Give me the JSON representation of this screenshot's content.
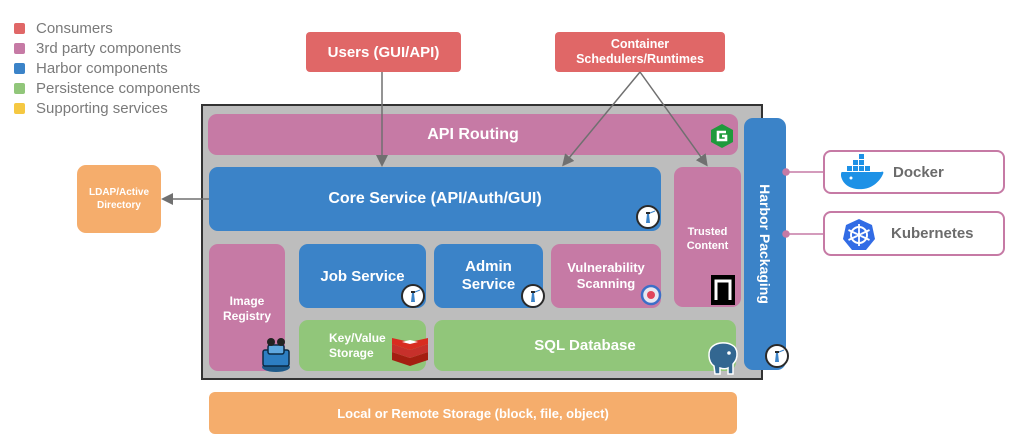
{
  "legend": [
    {
      "label": "Consumers",
      "color": "#e06767"
    },
    {
      "label": "3rd party components",
      "color": "#c67aa5"
    },
    {
      "label": "Harbor components",
      "color": "#3b83c8"
    },
    {
      "label": "Persistence components",
      "color": "#91c67a"
    },
    {
      "label": "Supporting services",
      "color": "#f5c842"
    }
  ],
  "consumers": {
    "users": "Users (GUI/API)",
    "schedulers_line1": "Container",
    "schedulers_line2": "Schedulers/Runtimes"
  },
  "components": {
    "api_routing": "API Routing",
    "core_service": "Core Service (API/Auth/GUI)",
    "trusted_line1": "Trusted",
    "trusted_line2": "Content",
    "harbor_packaging": "Harbor Packaging",
    "image_line1": "Image",
    "image_line2": "Registry",
    "job_service": "Job Service",
    "admin_line1": "Admin",
    "admin_line2": "Service",
    "vuln_line1": "Vulnerability",
    "vuln_line2": "Scanning",
    "kv_line1": "Key/Value",
    "kv_line2": "Storage",
    "sql_database": "SQL Database"
  },
  "supporting": {
    "ldap_line1": "LDAP/Active",
    "ldap_line2": "Directory",
    "storage": "Local or Remote Storage (block, file, object)"
  },
  "platforms": {
    "docker": "Docker",
    "kubernetes": "Kubernetes"
  },
  "icons": {
    "harbor_badge": "harbor-lighthouse-icon",
    "routing_logo": "nginx-g-icon",
    "trusted_logo": "notary-icon",
    "vuln_logo": "clair-icon",
    "registry_logo": "docker-registry-icon",
    "kv_logo": "redis-icon",
    "sql_logo": "postgresql-elephant-icon",
    "docker_logo": "docker-whale-icon",
    "kubernetes_logo": "kubernetes-wheel-icon"
  }
}
